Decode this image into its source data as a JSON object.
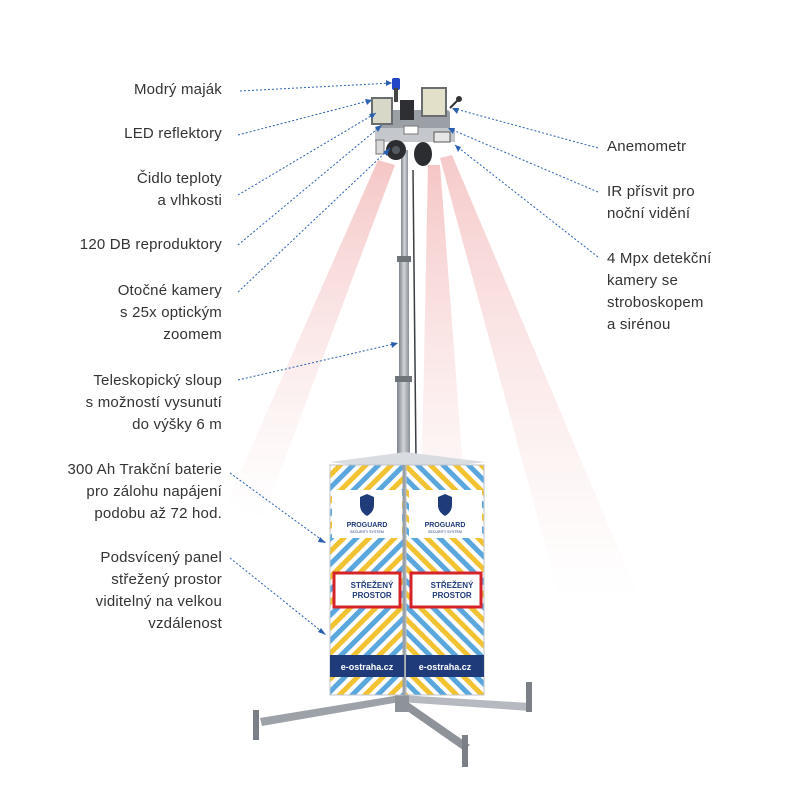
{
  "labels_left": [
    {
      "id": "modry-majak",
      "lines": [
        "Modrý maják"
      ]
    },
    {
      "id": "led-reflektory",
      "lines": [
        "LED reflektory"
      ]
    },
    {
      "id": "cidlo-teploty",
      "lines": [
        "Čidlo teploty",
        "a vlhkosti"
      ]
    },
    {
      "id": "reproduktory",
      "lines": [
        "120 DB reproduktory"
      ]
    },
    {
      "id": "otocne-kamery",
      "lines": [
        "Otočné kamery",
        "s 25x optickým",
        "zoomem"
      ]
    },
    {
      "id": "teleskopicky-sloup",
      "lines": [
        "Teleskopický sloup",
        "s možností vysunutí",
        "do výšky 6 m"
      ]
    },
    {
      "id": "trakcni-baterie",
      "lines": [
        "300 Ah Trakční baterie",
        "pro zálohu napájení",
        "podobu až 72 hod."
      ]
    },
    {
      "id": "podsviceny-panel",
      "lines": [
        "Podsvícený panel",
        "střežený prostor",
        "viditelný na velkou",
        "vzdálenost"
      ]
    }
  ],
  "labels_right": [
    {
      "id": "anemometr",
      "lines": [
        "Anemometr"
      ]
    },
    {
      "id": "ir-prisvit",
      "lines": [
        "IR přísvit pro",
        "noční vidění"
      ]
    },
    {
      "id": "detekcni-kamery",
      "lines": [
        "4 Mpx detekční",
        "kamery se",
        "stroboskopem",
        "a sirénou"
      ]
    }
  ],
  "panel": {
    "brand": "PROGUARD",
    "brand_sub": "SECURITY SYSTEM",
    "sign_line1": "STŘEŽENÝ",
    "sign_line2": "PROSTOR",
    "url": "e-ostraha.cz"
  },
  "colors": {
    "text": "#333333",
    "leader": "#2a5fb0",
    "stripe_blue": "#5aa7de",
    "stripe_yellow": "#f1c232",
    "navy": "#1f3b7a",
    "red_frame": "#d6232a",
    "beam": "#f4c4c4",
    "pole": "#a9adb3"
  }
}
